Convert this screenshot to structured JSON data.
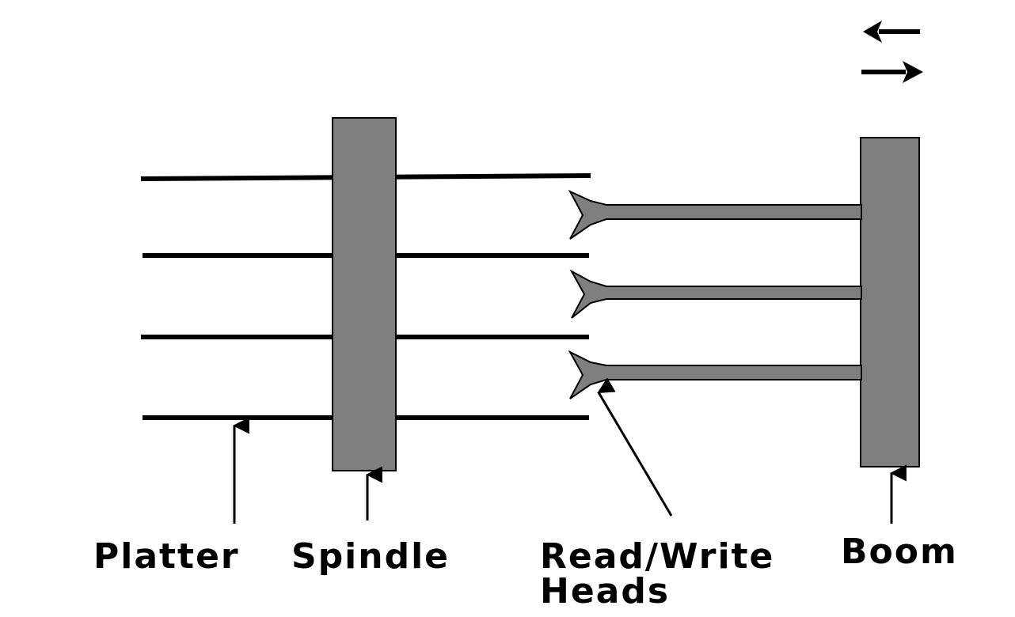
{
  "labels": {
    "platter": "Platter",
    "spindle": "Spindle",
    "heads_line1": "Read/Write",
    "heads_line2": "Heads",
    "boom": "Boom"
  },
  "colors": {
    "background": "#ffffff",
    "line": "#000000",
    "component_fill": "#7f7f7f"
  },
  "icons": {
    "motion_left": "arrow-left-icon",
    "motion_right": "arrow-right-icon"
  }
}
